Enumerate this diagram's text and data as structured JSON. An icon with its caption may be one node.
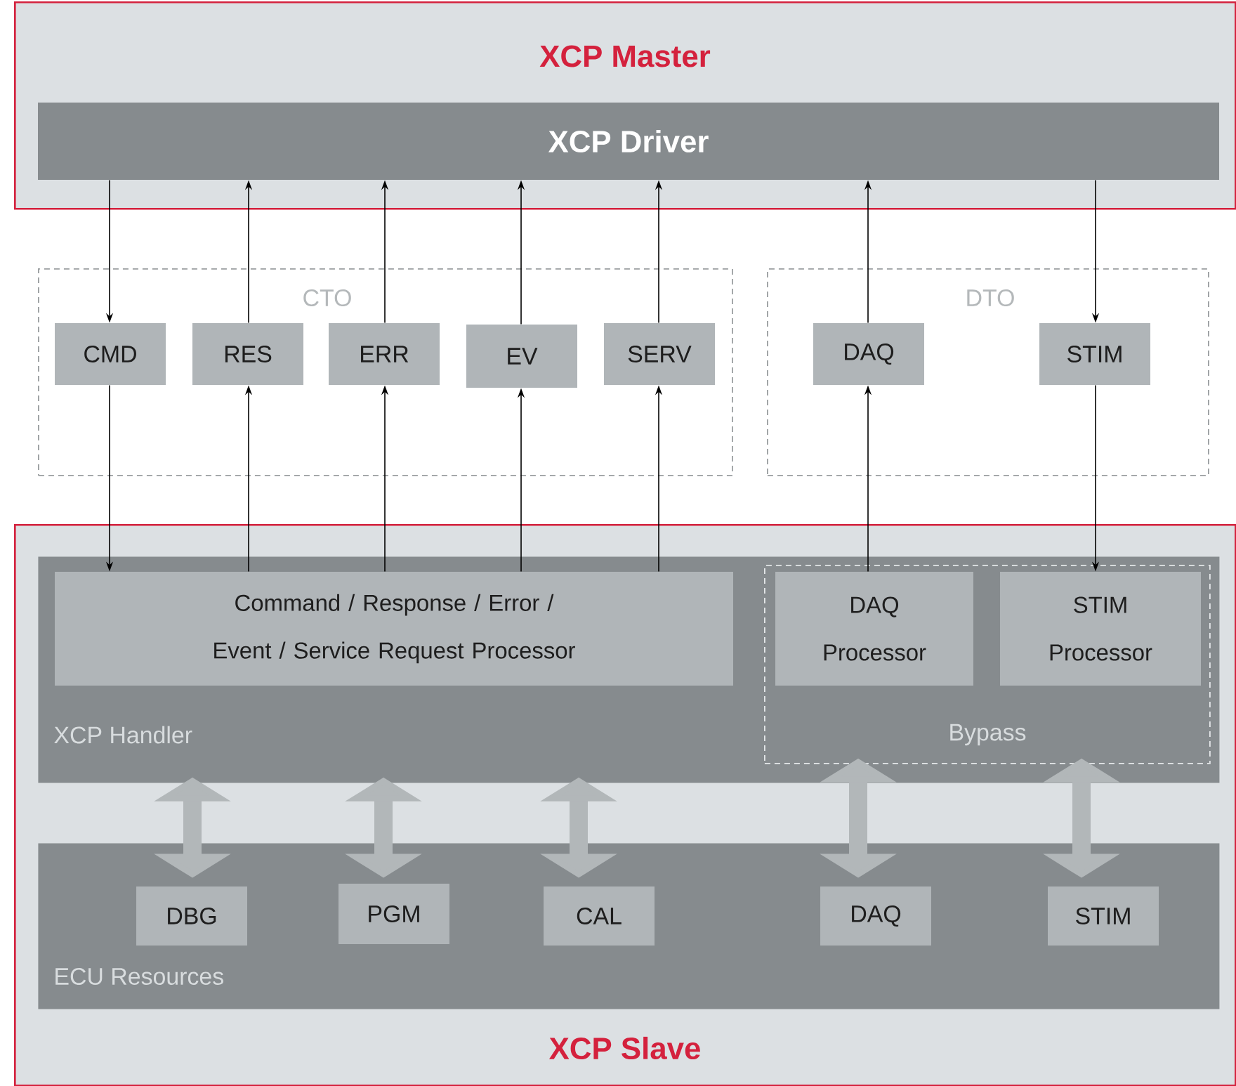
{
  "diagram": {
    "nodes": [
      {
        "text": [
          "XCP Master"
        ]
      },
      {
        "text": [
          "XCP Driver"
        ],
        "in": 0
      },
      {
        "text": [
          "CTO"
        ]
      },
      {
        "text": [
          "CMD"
        ],
        "in": 2
      },
      {
        "text": [
          "RES"
        ],
        "in": 2
      },
      {
        "text": [
          "ERR"
        ],
        "in": 2
      },
      {
        "text": [
          "EV"
        ],
        "in": 2
      },
      {
        "text": [
          "SERV"
        ],
        "in": 2
      },
      {
        "text": [
          "DTO"
        ]
      },
      {
        "text": [
          "DAQ"
        ],
        "in": 8
      },
      {
        "text": [
          "STIM"
        ],
        "in": 8
      },
      {
        "text": [
          "XCP Slave"
        ]
      },
      {
        "text": [
          "XCP Handler"
        ],
        "in": 11
      },
      {
        "text": [
          "Command / Response / Error / Event / Service Request Processor"
        ],
        "in": 12
      },
      {
        "text": [
          "Bypass"
        ],
        "in": 12
      },
      {
        "text": [
          "DAQ Processor"
        ],
        "in": 14
      },
      {
        "text": [
          "STIM Processor"
        ],
        "in": 14
      },
      {
        "text": [
          "ECU Resources"
        ],
        "in": 11
      },
      {
        "text": [
          "DBG"
        ],
        "in": 17
      },
      {
        "text": [
          "PGM"
        ],
        "in": 17
      },
      {
        "text": [
          "CAL"
        ],
        "in": 17
      },
      {
        "text": [
          "DAQ"
        ],
        "in": 17
      },
      {
        "text": [
          "STIM"
        ],
        "in": 17
      }
    ],
    "edges": [
      {
        "from": 1,
        "to": 3,
        "arrow": "to"
      },
      {
        "from": 3,
        "to": 13,
        "arrow": "to"
      },
      {
        "from": 13,
        "to": 4,
        "arrow": "to"
      },
      {
        "from": 4,
        "to": 1,
        "arrow": "to"
      },
      {
        "from": 13,
        "to": 5,
        "arrow": "to"
      },
      {
        "from": 5,
        "to": 1,
        "arrow": "to"
      },
      {
        "from": 13,
        "to": 6,
        "arrow": "to"
      },
      {
        "from": 6,
        "to": 1,
        "arrow": "to"
      },
      {
        "from": 13,
        "to": 7,
        "arrow": "to"
      },
      {
        "from": 7,
        "to": 1,
        "arrow": "to"
      },
      {
        "from": 15,
        "to": 9,
        "arrow": "to"
      },
      {
        "from": 9,
        "to": 1,
        "arrow": "to"
      },
      {
        "from": 1,
        "to": 10,
        "arrow": "to"
      },
      {
        "from": 10,
        "to": 16,
        "arrow": "to"
      },
      {
        "from": 12,
        "to": 18,
        "arrow": "both",
        "style": "thick",
        "color": "#b2b7b9"
      },
      {
        "from": 12,
        "to": 19,
        "arrow": "both",
        "style": "thick",
        "color": "#b2b7b9"
      },
      {
        "from": 12,
        "to": 20,
        "arrow": "both",
        "style": "thick",
        "color": "#b2b7b9"
      },
      {
        "from": 14,
        "to": 21,
        "arrow": "both",
        "style": "thick",
        "color": "#b2b7b9"
      },
      {
        "from": 14,
        "to": 22,
        "arrow": "both",
        "style": "thick",
        "color": "#b2b7b9"
      }
    ]
  }
}
